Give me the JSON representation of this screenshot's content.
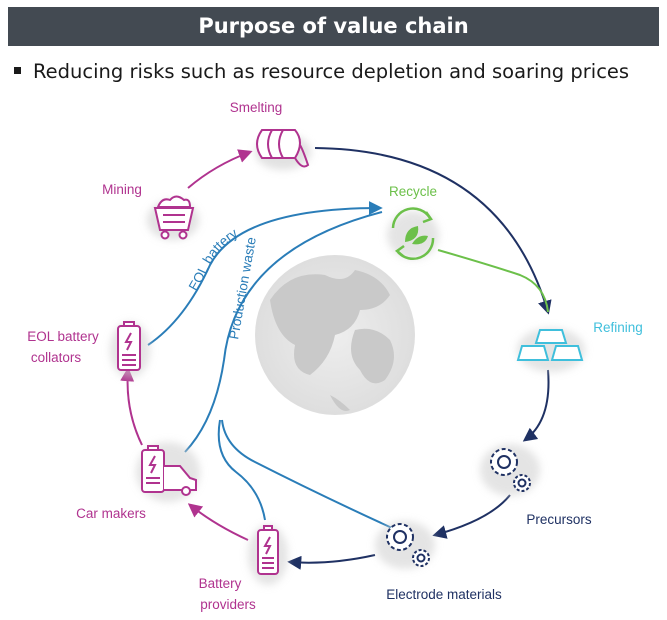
{
  "header": {
    "title": "Purpose of value chain"
  },
  "bullet": {
    "text": "Reducing risks such as resource depletion and soaring prices"
  },
  "nodes": {
    "smelting": "Smelting",
    "recycle": "Recycle",
    "refining": "Refining",
    "precursors": "Precursors",
    "electrode_materials": "Electrode materials",
    "battery_providers_line1": "Battery",
    "battery_providers_line2": "providers",
    "car_makers": "Car makers",
    "eol_collators_line1": "EOL battery",
    "eol_collators_line2": "collators",
    "mining": "Mining"
  },
  "flows": {
    "eol_battery": "EOL battery",
    "production_waste": "Production waste"
  },
  "colors": {
    "magenta": "#b0338f",
    "navy": "#1f3163",
    "blue": "#2a7db8",
    "green": "#6cc04a",
    "cyan": "#3fbfdc",
    "header_bg": "#434a52"
  }
}
